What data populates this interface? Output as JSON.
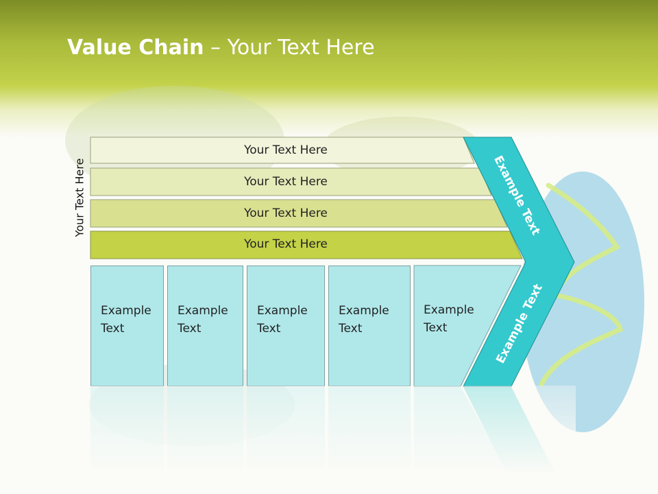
{
  "slide": {
    "title_bold": "Value Chain",
    "title_rest": " – Your Text Here",
    "side_label": "Your Text Here"
  },
  "bands": [
    {
      "label": "Your Text Here"
    },
    {
      "label": "Your Text Here"
    },
    {
      "label": "Your Text Here"
    },
    {
      "label": "Your Text Here"
    }
  ],
  "boxes": [
    {
      "line1": "Example",
      "line2": "Text"
    },
    {
      "line1": "Example",
      "line2": "Text"
    },
    {
      "line1": "Example",
      "line2": "Text"
    },
    {
      "line1": "Example",
      "line2": "Text"
    },
    {
      "line1": "Example",
      "line2": "Text"
    }
  ],
  "chevron": {
    "upper_label": "Example Text",
    "lower_label": "Example Text"
  },
  "colors": {
    "band_1": "#f2f4dc",
    "band_2": "#e5ebb9",
    "band_3": "#d9e190",
    "band_4": "#c3d246",
    "boxes": "#b0e8ea",
    "chevron": "#34c9cd"
  }
}
